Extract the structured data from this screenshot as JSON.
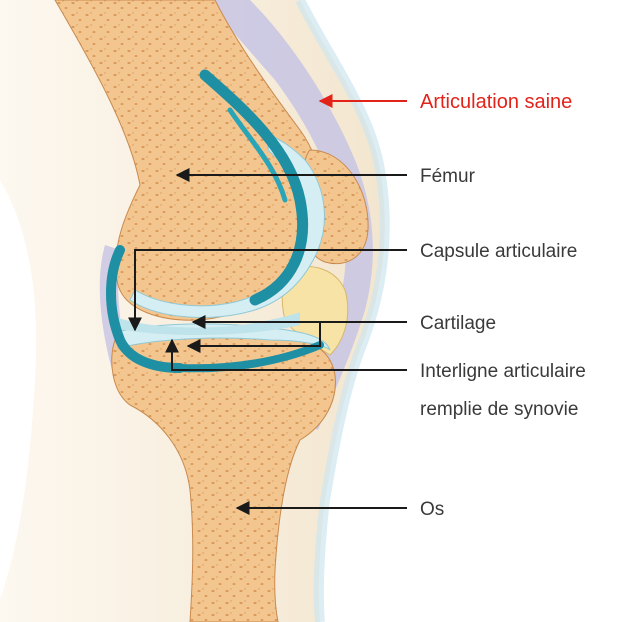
{
  "diagram": {
    "labels": {
      "healthy_joint": "Articulation saine",
      "femur": "Fémur",
      "capsule": "Capsule articulaire",
      "cartilage": "Cartilage",
      "joint_space_line1": "Interligne articulaire",
      "joint_space_line2": "remplie de synovie",
      "bone": "Os"
    },
    "colors": {
      "healthy_joint_label": "#e2231a",
      "leader_lines": "#1a1a1a",
      "bone": "#f3c690",
      "capsule": "#1f8fa3",
      "cartilage": "#d4eef3",
      "skin": "#f5ead6",
      "muscle": "#d8705a",
      "ligament": "#c9c6e3"
    }
  }
}
